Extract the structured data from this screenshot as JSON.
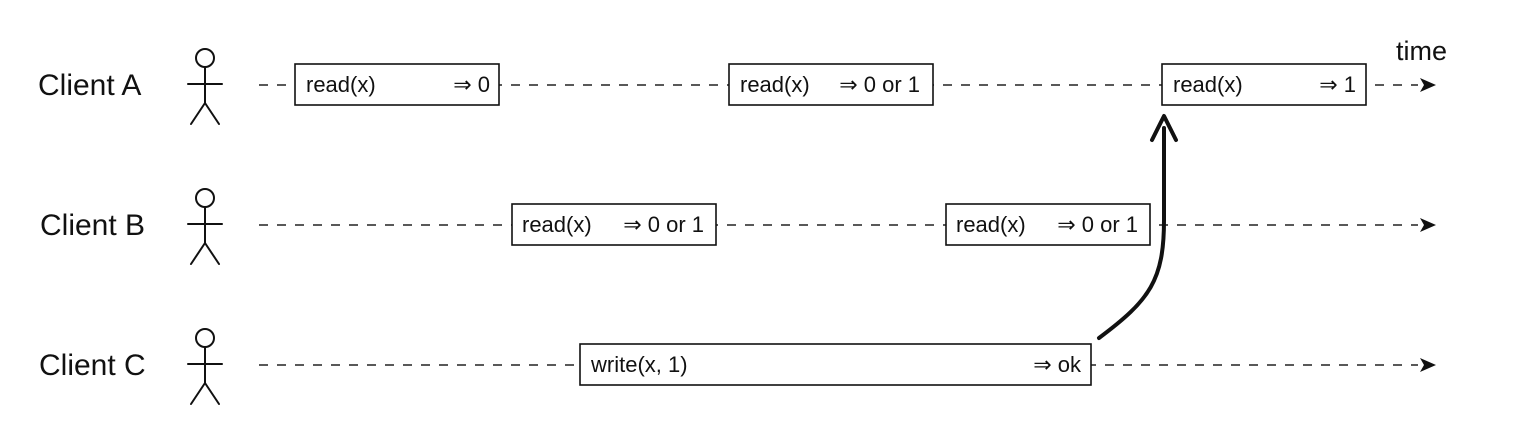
{
  "time_label": "time",
  "clients": [
    {
      "label": "Client A",
      "operations": [
        {
          "call": "read(x)",
          "result": "⇒ 0"
        },
        {
          "call": "read(x)",
          "result": "⇒ 0 or 1"
        },
        {
          "call": "read(x)",
          "result": "⇒ 1"
        }
      ]
    },
    {
      "label": "Client B",
      "operations": [
        {
          "call": "read(x)",
          "result": "⇒ 0 or 1"
        },
        {
          "call": "read(x)",
          "result": "⇒ 0 or 1"
        }
      ]
    },
    {
      "label": "Client C",
      "operations": [
        {
          "call": "write(x, 1)",
          "result": "⇒ ok"
        }
      ]
    }
  ]
}
